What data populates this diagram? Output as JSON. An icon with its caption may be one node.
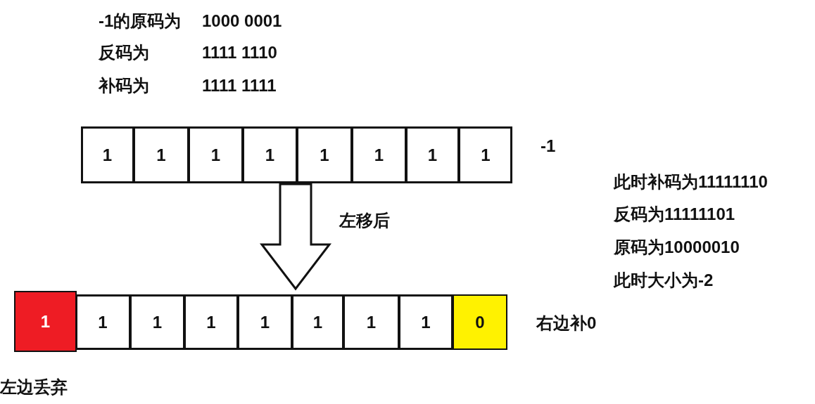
{
  "diagram": {
    "nodes": [
      {
        "text": [],
        "shape": "box",
        "beside": [
          "-1"
        ]
      },
      {
        "text": [
          "1"
        ],
        "in": 0
      },
      {
        "text": [
          "1"
        ],
        "in": 0
      },
      {
        "text": [
          "1"
        ],
        "in": 0
      },
      {
        "text": [
          "1"
        ],
        "in": 0
      },
      {
        "text": [
          "1"
        ],
        "in": 0
      },
      {
        "text": [
          "1"
        ],
        "in": 0
      },
      {
        "text": [
          "1"
        ],
        "in": 0
      },
      {
        "text": [
          "1"
        ],
        "in": 0
      },
      {
        "text": [
          "1"
        ],
        "beside": [
          "左边丢弃"
        ]
      },
      {
        "text": [],
        "shape": "box",
        "beside": [
          "右边补0"
        ]
      },
      {
        "text": [
          "1"
        ],
        "in": 10
      },
      {
        "text": [
          "1"
        ],
        "in": 10
      },
      {
        "text": [
          "1"
        ],
        "in": 10
      },
      {
        "text": [
          "1"
        ],
        "in": 10
      },
      {
        "text": [
          "1"
        ],
        "in": 10
      },
      {
        "text": [
          "1"
        ],
        "in": 10
      },
      {
        "text": [
          "1"
        ],
        "in": 10
      },
      {
        "text": [
          "0"
        ],
        "in": 10
      }
    ],
    "edges": [
      {
        "from": 0,
        "to": 10,
        "arrow": "to",
        "label": "左移后",
        "style": "thick"
      }
    ],
    "labels": [
      "-1的原码为",
      "1000 0001",
      "反码为",
      "1111 1110",
      "补码为",
      "1111 1111",
      "此时补码为11111110",
      "反码为11111101",
      "原码为10000010",
      "此时大小为-2"
    ]
  }
}
